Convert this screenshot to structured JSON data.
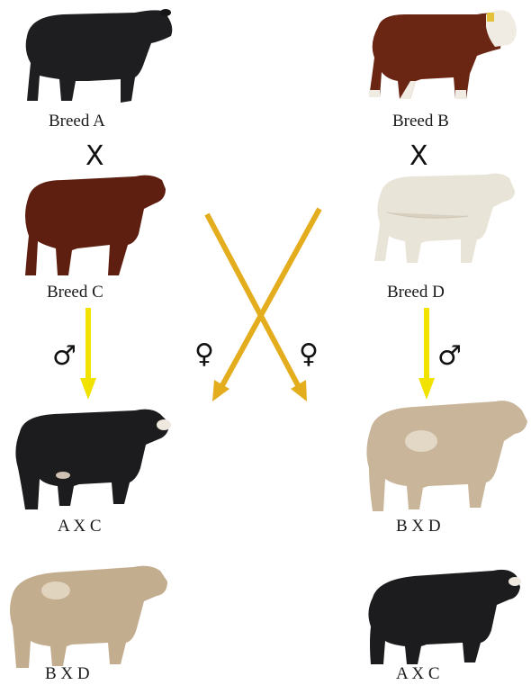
{
  "labels": {
    "breed_a": "Breed A",
    "breed_b": "Breed B",
    "breed_c": "Breed C",
    "breed_d": "Breed D",
    "cross_left": "X",
    "cross_right": "X",
    "offspring_left_top": "A X C",
    "offspring_right_top": "B X D",
    "offspring_left_bottom": "B X D",
    "offspring_right_bottom": "A X C"
  },
  "symbols": {
    "male_left": "♂",
    "male_right": "♂",
    "female_left": "♀",
    "female_right": "♀"
  },
  "colors": {
    "vertical_arrow": "#f2e200",
    "diagonal_arrow": "#e4ad1e",
    "black_bull": "#1c1c1e",
    "red_bull": "#5e1f10",
    "hereford_body": "#6b2513",
    "hereford_face": "#f1ece3",
    "white_bull": "#e9e4d8",
    "tan_bull": "#c9b69a"
  }
}
